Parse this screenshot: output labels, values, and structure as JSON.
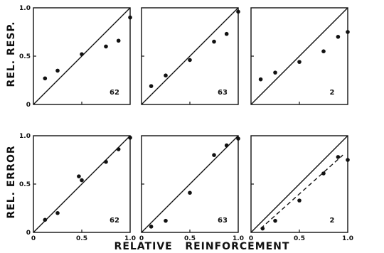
{
  "figure": {
    "x_axis_label": "RELATIVE   REINFORCEMENT",
    "row_labels": [
      "REL. RESP.",
      "REL. ERROR"
    ]
  },
  "chart_data": [
    {
      "type": "scatter",
      "row": 0,
      "col": 0,
      "label": "62",
      "xlim": [
        0,
        1
      ],
      "ylim": [
        0,
        1
      ],
      "xticks": [],
      "yticks": [
        "0",
        "0.5",
        "1.0"
      ],
      "identity_line": true,
      "fit_line": null,
      "points": [
        [
          0.12,
          0.27
        ],
        [
          0.25,
          0.35
        ],
        [
          0.5,
          0.52
        ],
        [
          0.75,
          0.6
        ],
        [
          0.88,
          0.66
        ],
        [
          1.0,
          0.9
        ]
      ]
    },
    {
      "type": "scatter",
      "row": 0,
      "col": 1,
      "label": "63",
      "xlim": [
        0,
        1
      ],
      "ylim": [
        0,
        1
      ],
      "xticks": [],
      "yticks": [],
      "identity_line": true,
      "fit_line": null,
      "points": [
        [
          0.1,
          0.19
        ],
        [
          0.25,
          0.3
        ],
        [
          0.5,
          0.46
        ],
        [
          0.75,
          0.65
        ],
        [
          0.88,
          0.73
        ],
        [
          1.0,
          0.96
        ]
      ]
    },
    {
      "type": "scatter",
      "row": 0,
      "col": 2,
      "label": "2",
      "xlim": [
        0,
        1
      ],
      "ylim": [
        0,
        1
      ],
      "xticks": [],
      "yticks": [],
      "identity_line": true,
      "fit_line": null,
      "points": [
        [
          0.1,
          0.26
        ],
        [
          0.25,
          0.33
        ],
        [
          0.5,
          0.44
        ],
        [
          0.75,
          0.55
        ],
        [
          0.9,
          0.7
        ],
        [
          1.0,
          0.75
        ]
      ]
    },
    {
      "type": "scatter",
      "row": 1,
      "col": 0,
      "label": "62",
      "xlim": [
        0,
        1
      ],
      "ylim": [
        0,
        1
      ],
      "xticks": [
        "0",
        "0.5",
        "1.0"
      ],
      "yticks": [
        "0",
        "0.5",
        "1.0"
      ],
      "identity_line": true,
      "fit_line": null,
      "points": [
        [
          0.12,
          0.13
        ],
        [
          0.25,
          0.2
        ],
        [
          0.47,
          0.58
        ],
        [
          0.5,
          0.54
        ],
        [
          0.75,
          0.73
        ],
        [
          0.88,
          0.86
        ],
        [
          1.0,
          0.98
        ]
      ]
    },
    {
      "type": "scatter",
      "row": 1,
      "col": 1,
      "label": "63",
      "xlim": [
        0,
        1
      ],
      "ylim": [
        0,
        1
      ],
      "xticks": [
        "0",
        "0.5",
        "1.0"
      ],
      "yticks": [],
      "identity_line": true,
      "fit_line": null,
      "points": [
        [
          0.1,
          0.06
        ],
        [
          0.25,
          0.12
        ],
        [
          0.5,
          0.41
        ],
        [
          0.75,
          0.8
        ],
        [
          0.88,
          0.9
        ],
        [
          1.0,
          0.97
        ]
      ]
    },
    {
      "type": "scatter",
      "row": 1,
      "col": 2,
      "label": "2",
      "xlim": [
        0,
        1
      ],
      "ylim": [
        0,
        1
      ],
      "xticks": [
        "0",
        "0.5",
        "1.0"
      ],
      "yticks": [],
      "identity_line": true,
      "fit_line": [
        [
          0.1,
          0.04
        ],
        [
          0.95,
          0.8
        ]
      ],
      "points": [
        [
          0.12,
          0.04
        ],
        [
          0.25,
          0.12
        ],
        [
          0.5,
          0.33
        ],
        [
          0.75,
          0.61
        ],
        [
          0.9,
          0.78
        ],
        [
          1.0,
          0.75
        ]
      ]
    }
  ]
}
